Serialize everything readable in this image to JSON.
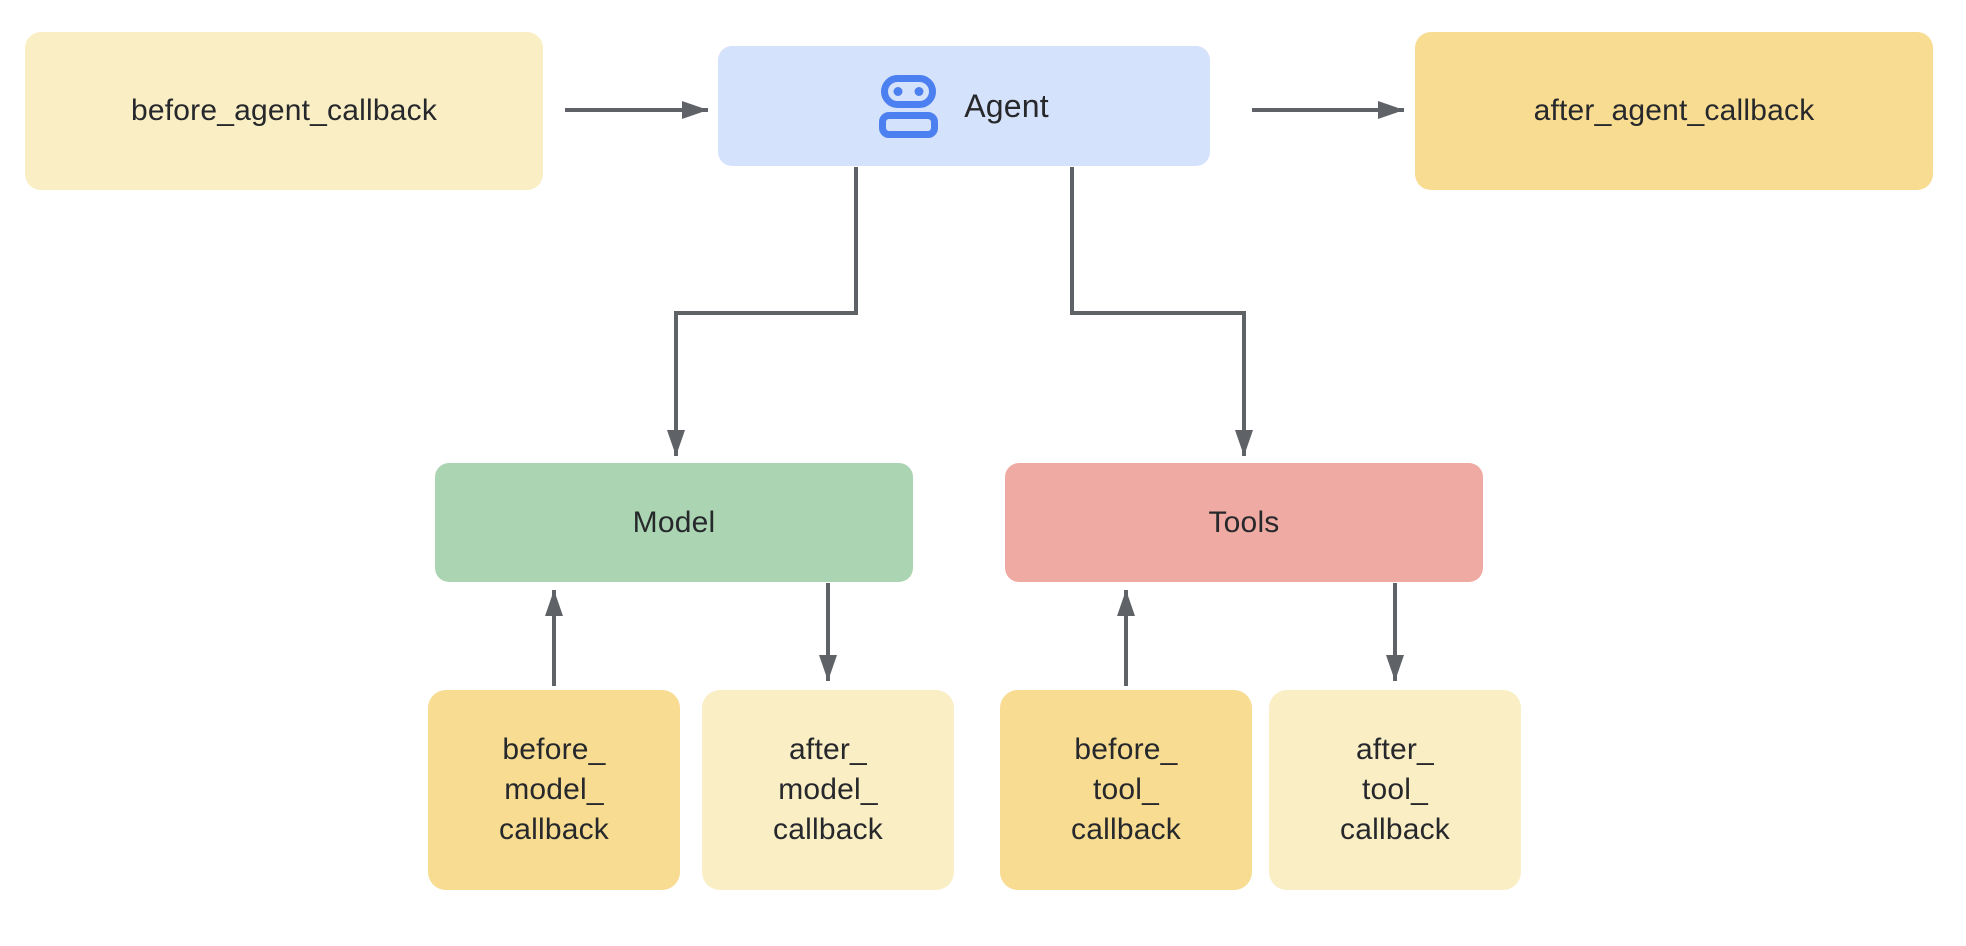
{
  "colors": {
    "background": "#ffffff",
    "box-cream": "#faeec5",
    "box-gold": "#f7dc92",
    "box-blue": "#d5e2fb",
    "box-green": "#abd5b2",
    "box-salmon": "#efaba3",
    "icon-blue": "#4c7ff0",
    "line": "#5f6368",
    "text": "#26282b"
  },
  "nodes": {
    "before_agent": {
      "label": "before_agent_callback"
    },
    "agent": {
      "label": "Agent",
      "icon": "robot-icon"
    },
    "after_agent": {
      "label": "after_agent_callback"
    },
    "model": {
      "label": "Model"
    },
    "tools": {
      "label": "Tools"
    },
    "before_model": {
      "line1": "before_",
      "line2": "model_",
      "line3": "callback"
    },
    "after_model": {
      "line1": "after_",
      "line2": "model_",
      "line3": "callback"
    },
    "before_tool": {
      "line1": "before_",
      "line2": "tool_",
      "line3": "callback"
    },
    "after_tool": {
      "line1": "after_",
      "line2": "tool_",
      "line3": "callback"
    }
  },
  "edges": [
    {
      "from": "before_agent_callback",
      "to": "Agent",
      "style": "straight-right"
    },
    {
      "from": "Agent",
      "to": "after_agent_callback",
      "style": "straight-right"
    },
    {
      "from": "Agent",
      "to": "Model",
      "style": "elbow-down"
    },
    {
      "from": "Agent",
      "to": "Tools",
      "style": "elbow-down"
    },
    {
      "from": "before_model_callback",
      "to": "Model",
      "style": "straight-up"
    },
    {
      "from": "Model",
      "to": "after_model_callback",
      "style": "straight-down"
    },
    {
      "from": "before_tool_callback",
      "to": "Tools",
      "style": "straight-up"
    },
    {
      "from": "Tools",
      "to": "after_tool_callback",
      "style": "straight-down"
    }
  ]
}
